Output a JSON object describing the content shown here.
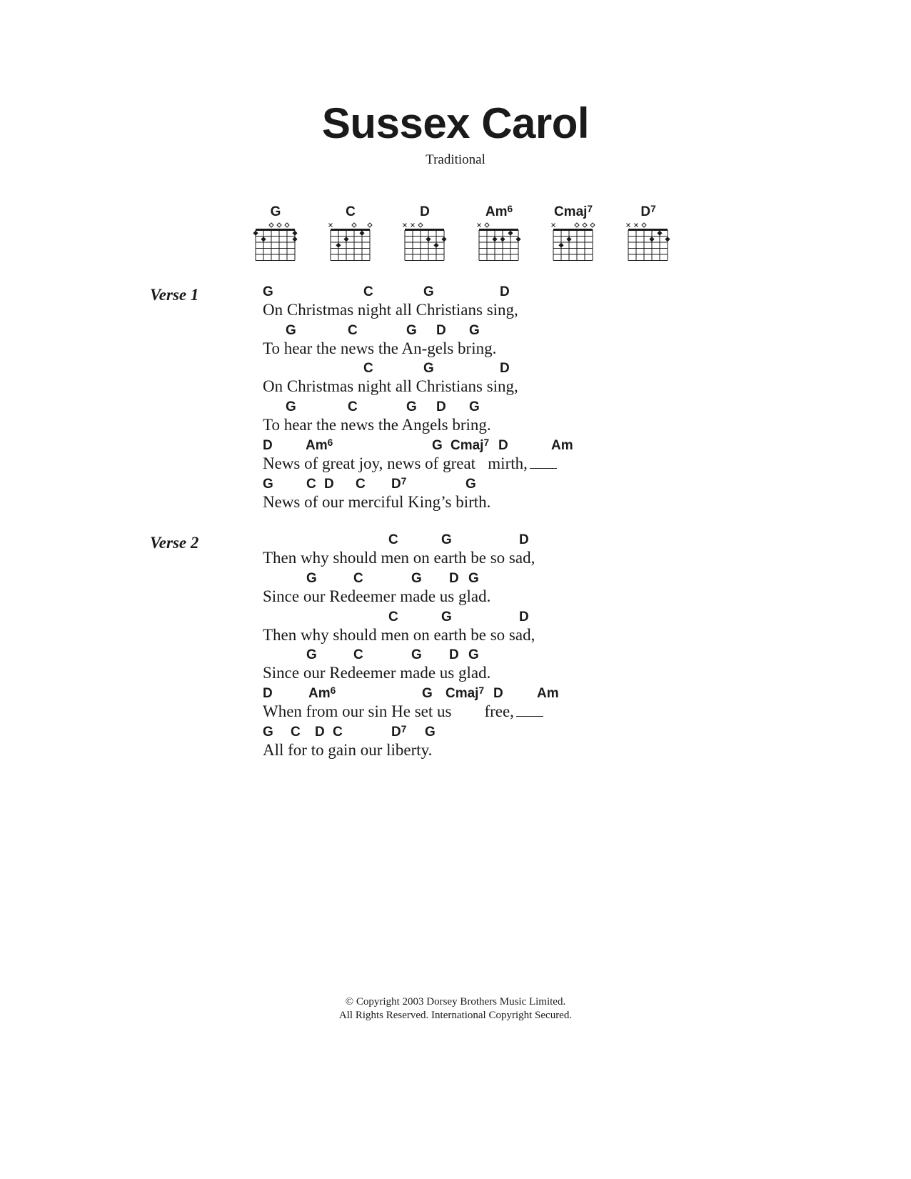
{
  "song": {
    "title": "Sussex Carol",
    "subtitle": "Traditional"
  },
  "chord_diagrams": [
    {
      "name": "G",
      "ext": "",
      "icon": "chord-diagram-g-icon",
      "top_marks": [
        "",
        "",
        "o",
        "o",
        "o",
        ""
      ],
      "dots": [
        [
          1,
          1
        ],
        [
          2,
          2
        ],
        [
          6,
          1
        ],
        [
          6,
          2
        ]
      ]
    },
    {
      "name": "C",
      "ext": "",
      "icon": "chord-diagram-c-icon",
      "top_marks": [
        "x",
        "",
        "",
        "o",
        "",
        "o"
      ],
      "dots": [
        [
          2,
          3
        ],
        [
          3,
          2
        ],
        [
          5,
          1
        ]
      ]
    },
    {
      "name": "D",
      "ext": "",
      "icon": "chord-diagram-d-icon",
      "top_marks": [
        "x",
        "x",
        "o",
        "",
        "",
        ""
      ],
      "dots": [
        [
          4,
          2
        ],
        [
          5,
          3
        ],
        [
          6,
          2
        ]
      ]
    },
    {
      "name": "Am",
      "ext": "6",
      "icon": "chord-diagram-am6-icon",
      "top_marks": [
        "x",
        "o",
        "",
        "",
        "",
        ""
      ],
      "dots": [
        [
          3,
          2
        ],
        [
          4,
          2
        ],
        [
          5,
          1
        ],
        [
          6,
          2
        ]
      ]
    },
    {
      "name": "Cmaj",
      "ext": "7",
      "icon": "chord-diagram-cmaj7-icon",
      "top_marks": [
        "x",
        "",
        "",
        "o",
        "o",
        "o"
      ],
      "dots": [
        [
          2,
          3
        ],
        [
          3,
          2
        ]
      ]
    },
    {
      "name": "D",
      "ext": "7",
      "icon": "chord-diagram-d7-icon",
      "top_marks": [
        "x",
        "x",
        "o",
        "",
        "",
        ""
      ],
      "dots": [
        [
          4,
          2
        ],
        [
          5,
          1
        ],
        [
          6,
          2
        ]
      ]
    }
  ],
  "sections": [
    {
      "label": "Verse 1",
      "lines": [
        {
          "lyric": "On Christmas night all Christians sing,",
          "chords": [
            {
              "c": "G",
              "e": ""
            },
            {
              "c": "C",
              "e": ""
            },
            {
              "c": "G",
              "e": ""
            },
            {
              "c": "D",
              "e": ""
            }
          ],
          "hold": false
        },
        {
          "lyric": "To hear the news the An-gels bring.",
          "chords": [
            {
              "c": "G",
              "e": ""
            },
            {
              "c": "C",
              "e": ""
            },
            {
              "c": "G",
              "e": ""
            },
            {
              "c": "D",
              "e": ""
            },
            {
              "c": "G",
              "e": ""
            }
          ],
          "hold": false
        },
        {
          "lyric": "On Christmas night all Christians sing,",
          "chords": [
            {
              "c": "C",
              "e": ""
            },
            {
              "c": "G",
              "e": ""
            },
            {
              "c": "D",
              "e": ""
            }
          ],
          "hold": false
        },
        {
          "lyric": "To hear the news the Angels bring.",
          "chords": [
            {
              "c": "G",
              "e": ""
            },
            {
              "c": "C",
              "e": ""
            },
            {
              "c": "G",
              "e": ""
            },
            {
              "c": "D",
              "e": ""
            },
            {
              "c": "G",
              "e": ""
            }
          ],
          "hold": false
        },
        {
          "lyric": "News of great joy, news of great   mirth,",
          "chords": [
            {
              "c": "D",
              "e": ""
            },
            {
              "c": "Am",
              "e": "6"
            },
            {
              "c": "G",
              "e": ""
            },
            {
              "c": "Cmaj",
              "e": "7"
            },
            {
              "c": "D",
              "e": ""
            },
            {
              "c": "Am",
              "e": ""
            }
          ],
          "hold": true
        },
        {
          "lyric": "News of our merciful King’s birth.",
          "chords": [
            {
              "c": "G",
              "e": ""
            },
            {
              "c": "C",
              "e": ""
            },
            {
              "c": "D",
              "e": ""
            },
            {
              "c": "C",
              "e": ""
            },
            {
              "c": "D",
              "e": "7"
            },
            {
              "c": "G",
              "e": ""
            }
          ],
          "hold": false
        }
      ]
    },
    {
      "label": "Verse 2",
      "lines": [
        {
          "lyric": "Then why should men on earth be so sad,",
          "chords": [
            {
              "c": "C",
              "e": ""
            },
            {
              "c": "G",
              "e": ""
            },
            {
              "c": "D",
              "e": ""
            }
          ],
          "hold": false
        },
        {
          "lyric": "Since our Redeemer made us glad.",
          "chords": [
            {
              "c": "G",
              "e": ""
            },
            {
              "c": "C",
              "e": ""
            },
            {
              "c": "G",
              "e": ""
            },
            {
              "c": "D",
              "e": ""
            },
            {
              "c": "G",
              "e": ""
            }
          ],
          "hold": false
        },
        {
          "lyric": "Then why should men on earth be so sad,",
          "chords": [
            {
              "c": "C",
              "e": ""
            },
            {
              "c": "G",
              "e": ""
            },
            {
              "c": "D",
              "e": ""
            }
          ],
          "hold": false
        },
        {
          "lyric": "Since our Redeemer made us glad.",
          "chords": [
            {
              "c": "G",
              "e": ""
            },
            {
              "c": "C",
              "e": ""
            },
            {
              "c": "G",
              "e": ""
            },
            {
              "c": "D",
              "e": ""
            },
            {
              "c": "G",
              "e": ""
            }
          ],
          "hold": false
        },
        {
          "lyric": "When from our sin He set us        free,",
          "chords": [
            {
              "c": "D",
              "e": ""
            },
            {
              "c": "Am",
              "e": "6"
            },
            {
              "c": "G",
              "e": ""
            },
            {
              "c": "Cmaj",
              "e": "7"
            },
            {
              "c": "D",
              "e": ""
            },
            {
              "c": "Am",
              "e": ""
            }
          ],
          "hold": true
        },
        {
          "lyric": "All for to gain our liberty.",
          "chords": [
            {
              "c": "G",
              "e": ""
            },
            {
              "c": "C",
              "e": ""
            },
            {
              "c": "D",
              "e": ""
            },
            {
              "c": "C",
              "e": ""
            },
            {
              "c": "D",
              "e": "7"
            },
            {
              "c": "G",
              "e": ""
            }
          ],
          "hold": false
        }
      ]
    }
  ],
  "footer": {
    "line1": "© Copyright 2003 Dorsey Brothers Music Limited.",
    "line2": "All Rights Reserved. International Copyright Secured."
  }
}
